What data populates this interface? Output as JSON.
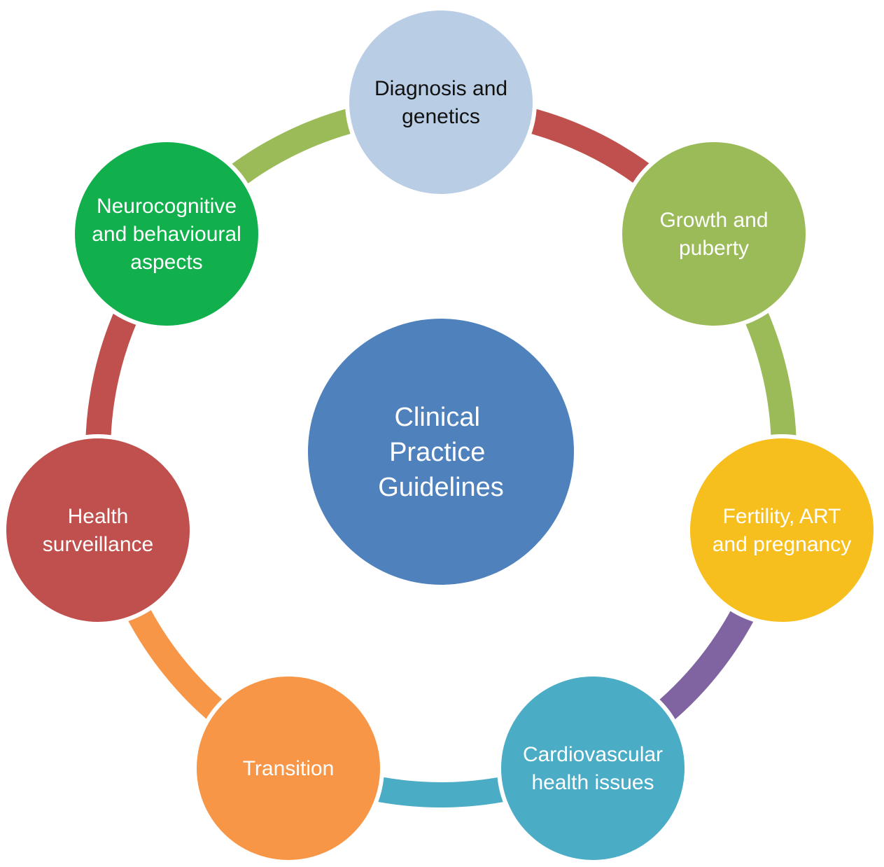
{
  "center": {
    "lines": [
      "Clinical",
      "Practice",
      "Guidelines"
    ],
    "color": "#4f81bd"
  },
  "nodes": [
    {
      "id": "diagnosis-genetics",
      "lines": [
        "Diagnosis and",
        "genetics"
      ],
      "color": "#b9cde5",
      "text_color": "#111111"
    },
    {
      "id": "growth-puberty",
      "lines": [
        "Growth and",
        "puberty"
      ],
      "color": "#9bbb59",
      "text_color": "#ffffff"
    },
    {
      "id": "fertility-art-pregnancy",
      "lines": [
        "Fertility, ART",
        "and pregnancy"
      ],
      "color": "#f7bf1e",
      "text_color": "#ffffff"
    },
    {
      "id": "cardiovascular-health",
      "lines": [
        "Cardiovascular",
        "health issues"
      ],
      "color": "#4bacc6",
      "text_color": "#ffffff"
    },
    {
      "id": "transition",
      "lines": [
        "Transition"
      ],
      "color": "#f79646",
      "text_color": "#ffffff"
    },
    {
      "id": "health-surveillance",
      "lines": [
        "Health",
        "surveillance"
      ],
      "color": "#c0504d",
      "text_color": "#ffffff"
    },
    {
      "id": "neurocognitive-behavioural",
      "lines": [
        "Neurocognitive",
        "and behavioural",
        "aspects"
      ],
      "color": "#12b04d",
      "text_color": "#ffffff"
    }
  ],
  "connectors": [
    {
      "from": "diagnosis-genetics",
      "to": "growth-puberty",
      "color": "#c0504d"
    },
    {
      "from": "growth-puberty",
      "to": "fertility-art-pregnancy",
      "color": "#9bbb59"
    },
    {
      "from": "fertility-art-pregnancy",
      "to": "cardiovascular-health",
      "color": "#8064a2"
    },
    {
      "from": "cardiovascular-health",
      "to": "transition",
      "color": "#4bacc6"
    },
    {
      "from": "transition",
      "to": "health-surveillance",
      "color": "#f79646"
    },
    {
      "from": "health-surveillance",
      "to": "neurocognitive-behavioural",
      "color": "#c0504d"
    },
    {
      "from": "neurocognitive-behavioural",
      "to": "diagnosis-genetics",
      "color": "#9bbb59"
    }
  ]
}
